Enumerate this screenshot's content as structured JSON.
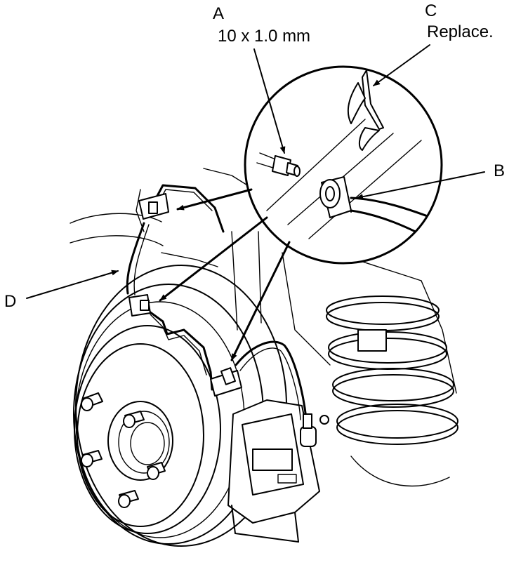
{
  "labels": {
    "a_letter": "A",
    "a_spec": "10 x 1.0 mm",
    "b_letter": "B",
    "c_letter": "C",
    "c_note": "Replace.",
    "d_letter": "D"
  },
  "colors": {
    "ink": "#000000",
    "paper": "#ffffff"
  }
}
